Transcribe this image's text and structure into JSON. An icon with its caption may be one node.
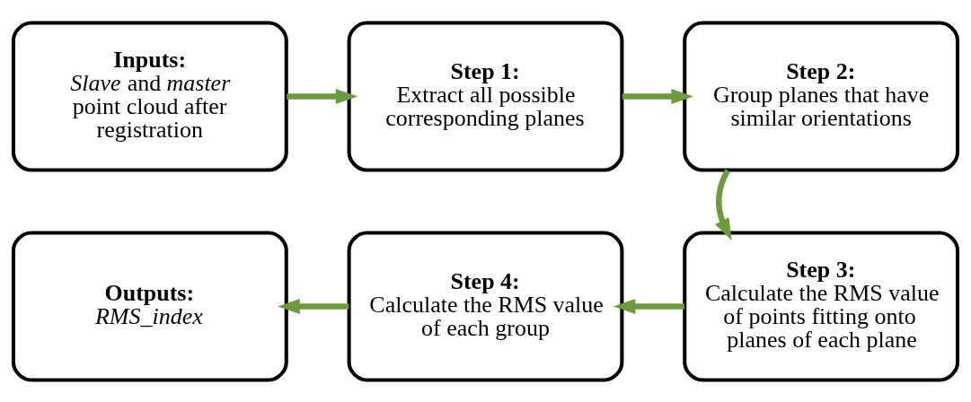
{
  "diagram": {
    "nodes": [
      {
        "text": [
          "Inputs:",
          "*Slave* and *master* point cloud after registration"
        ]
      },
      {
        "text": [
          "Step 1:",
          "Extract all possible corresponding planes"
        ]
      },
      {
        "text": [
          "Step 2:",
          "Group planes that have similar orientations"
        ]
      },
      {
        "text": [
          "Step 3:",
          "Calculate the RMS value of points fitting onto planes of each plane"
        ]
      },
      {
        "text": [
          "Step 4:",
          "Calculate the RMS value of each group"
        ]
      },
      {
        "text": [
          "Outputs:",
          "*RMS_index*"
        ]
      }
    ],
    "edges": [
      {
        "from": 0,
        "to": 1,
        "arrow": "to"
      },
      {
        "from": 1,
        "to": 2,
        "arrow": "to"
      },
      {
        "from": 2,
        "to": 3,
        "arrow": "to"
      },
      {
        "from": 3,
        "to": 4,
        "arrow": "to"
      },
      {
        "from": 4,
        "to": 5,
        "arrow": "to"
      }
    ]
  }
}
